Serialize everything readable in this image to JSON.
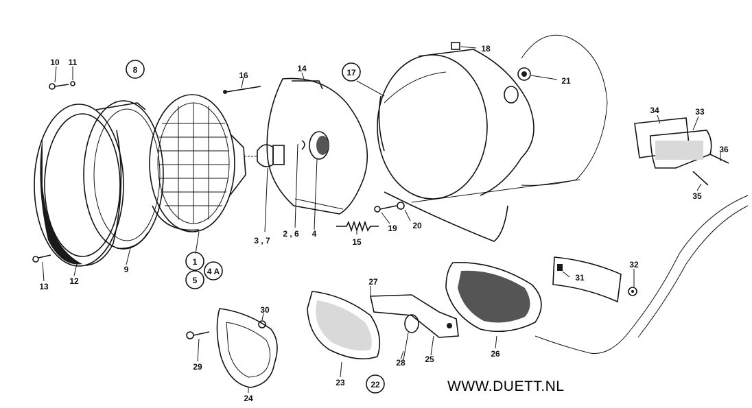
{
  "watermark": "WWW.DUETT.NL",
  "labels": {
    "l1": "1",
    "l2_6": "2 , 6",
    "l3_7": "3 , 7",
    "l4": "4",
    "l4a": "4 A",
    "l5": "5",
    "l8": "8",
    "l9": "9",
    "l10": "10",
    "l11": "11",
    "l12": "12",
    "l13": "13",
    "l14": "14",
    "l15": "15",
    "l16": "16",
    "l17": "17",
    "l18": "18",
    "l19": "19",
    "l20": "20",
    "l21": "21",
    "l22": "22",
    "l23": "23",
    "l24": "24",
    "l25": "25",
    "l26": "26",
    "l27": "27",
    "l28": "28",
    "l29": "29",
    "l30": "30",
    "l31": "31",
    "l32": "32",
    "l33": "33",
    "l34": "34",
    "l35": "35",
    "l36": "36"
  }
}
